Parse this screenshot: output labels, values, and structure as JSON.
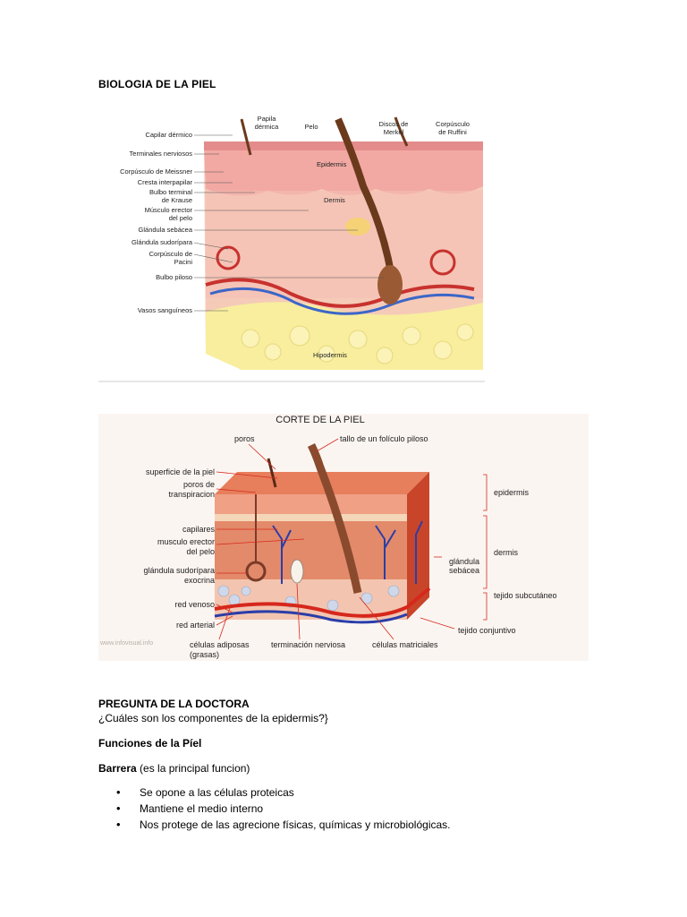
{
  "title": "BIOLOGIA DE LA PIEL",
  "figure1": {
    "labels_left": [
      "Capilar dérmico",
      "Terminales nerviosos",
      "Corpúsculo de Meissner",
      "Cresta interpapilar",
      "Bulbo terminal",
      "de Krause",
      "Músculo erector",
      "del pelo",
      "Glándula sebácea",
      "Glándula sudorípara",
      "Corpúsculo de",
      "Pacini",
      "Bulbo piloso",
      "Vasos sanguíneos"
    ],
    "labels_top": [
      "Papila",
      "dérmica",
      "Pelo",
      "Discos de",
      "Merkel",
      "Corpúsculo",
      "de Ruffini"
    ],
    "labels_inner": [
      "Epidermis",
      "Dermis",
      "Hipodermis"
    ]
  },
  "figure2": {
    "title": "CORTE DE LA PIEL",
    "labels_top": [
      "poros",
      "tallo de un folículo piloso"
    ],
    "labels_left": [
      "superficie de la piel",
      "poros de",
      "transpiracion",
      "capilares",
      "musculo erector",
      "del pelo",
      "glándula sudorípara",
      "exocrina",
      "red venoso",
      "red arterial"
    ],
    "labels_right": [
      "epidermis",
      "dermis",
      "glándula",
      "sebácea",
      "tejido subcutáneo",
      "tejido conjuntivo"
    ],
    "labels_bottom": [
      "células adiposas",
      "(grasas)",
      "terminación nerviosa",
      "células matriciales"
    ],
    "watermark": "www.infovisual.info"
  },
  "question": {
    "heading": "PREGUNTA DE LA DOCTORA",
    "text": "¿Cuáles son los componentes de la epidermis?}"
  },
  "functions_heading": "Funciones de la Píel",
  "barrier": {
    "bold": "Barrera",
    "rest": " (es la principal funcion)"
  },
  "bullets": [
    "Se opone a las células proteicas",
    "Mantiene el medio interno",
    "Nos protege de las agrecione físicas, químicas y microbiológicas."
  ]
}
